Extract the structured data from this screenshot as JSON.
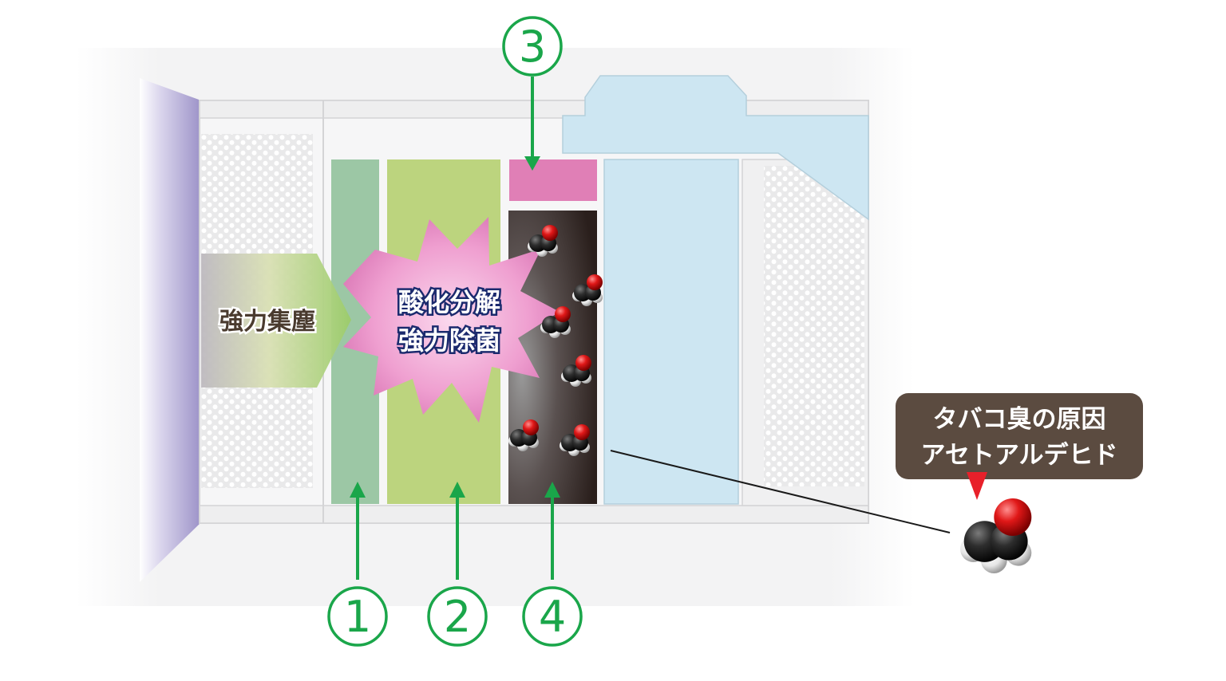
{
  "labels": {
    "intake": "強力集塵",
    "burst_line1": "酸化分解",
    "burst_line2": "強力除菌",
    "callout_line1": "タバコ臭の原因",
    "callout_line2": "アセトアルデヒド"
  },
  "markers": {
    "m1": "1",
    "m2": "2",
    "m3": "3",
    "m4": "4"
  },
  "colors": {
    "marker_green": "#1aa64a",
    "filter_1": "#9cc7a5",
    "filter_2": "#bcd47e",
    "filter_3": "#e07fb6",
    "filter_4": "#2a1f1c",
    "panel_blue": "#cde6f2",
    "callout_bg": "#5b4b40",
    "pointer_red": "#e8202a",
    "burst_pink": "#e98ac6"
  }
}
